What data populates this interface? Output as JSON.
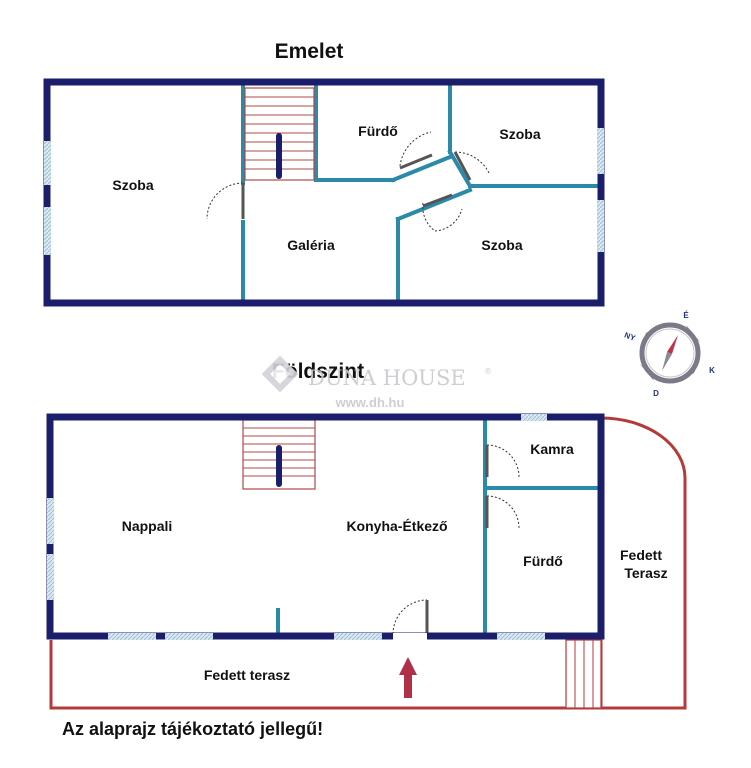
{
  "upper_floor": {
    "title": "Emelet",
    "rooms": {
      "bedroom_left": "Szoba",
      "bathroom": "Fürdő",
      "bedroom_right_top": "Szoba",
      "gallery": "Galéria",
      "bedroom_right_bottom": "Szoba"
    }
  },
  "ground_floor": {
    "title": "Földszint",
    "rooms": {
      "living_room": "Nappali",
      "kitchen_dining": "Konyha-Étkező",
      "pantry": "Kamra",
      "bathroom": "Fürdő",
      "covered_terrace_side_line1": "Fedett",
      "covered_terrace_side_line2": "Terasz",
      "covered_terrace_front": "Fedett terasz"
    }
  },
  "compass": {
    "north": "É",
    "northwest": "NY",
    "east": "K",
    "south": "D"
  },
  "watermark": {
    "brand": "DUNA HOUSE",
    "registered": "®",
    "url": "www.dh.hu"
  },
  "disclaimer": "Az alaprajz tájékoztató jellegű!",
  "colors": {
    "outer_wall": "#1b1f6b",
    "inner_wall": "#2a8aa8",
    "terrace": "#b43a3a",
    "stairs": "#b04848",
    "window": "#a9c7dd",
    "door": "#333333",
    "entrance_arrow": "#b03048"
  }
}
